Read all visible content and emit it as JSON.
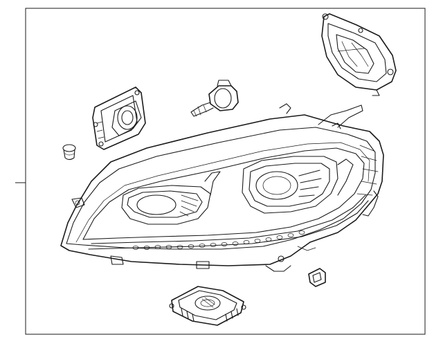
{
  "diagram": {
    "parts": [
      {
        "id": "headlamp-assembly"
      },
      {
        "id": "led-control-module"
      },
      {
        "id": "bulb-socket"
      },
      {
        "id": "rear-cover"
      },
      {
        "id": "rubber-plug"
      },
      {
        "id": "clip"
      },
      {
        "id": "ballast-module"
      }
    ],
    "colors": {
      "line": "#1a1a1a",
      "background": "#ffffff"
    }
  }
}
